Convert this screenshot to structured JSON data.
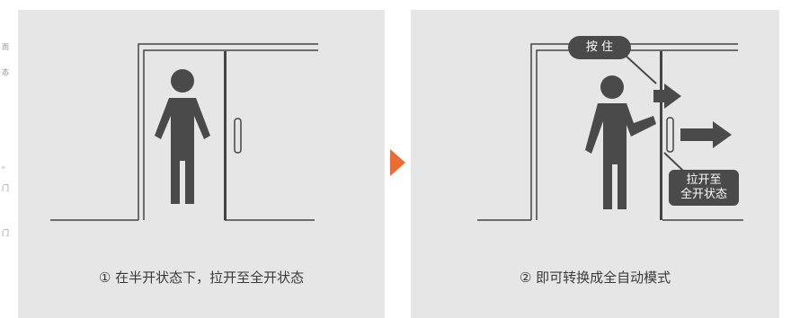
{
  "left_margin_fragments": [
    "而",
    "态",
    "。",
    "门",
    "门"
  ],
  "panel1": {
    "caption": "① 在半开状态下，拉开至全开状态"
  },
  "panel2": {
    "caption": "② 即可转换成全自动模式",
    "bubble_top": "按 住",
    "bubble_bottom_line1": "拉开至",
    "bubble_bottom_line2": "全开状态"
  },
  "colors": {
    "panel_bg": "#e6e6e6",
    "figure": "#4a4a4a",
    "line": "#444444",
    "accent_arrow": "#ee6b2f"
  }
}
